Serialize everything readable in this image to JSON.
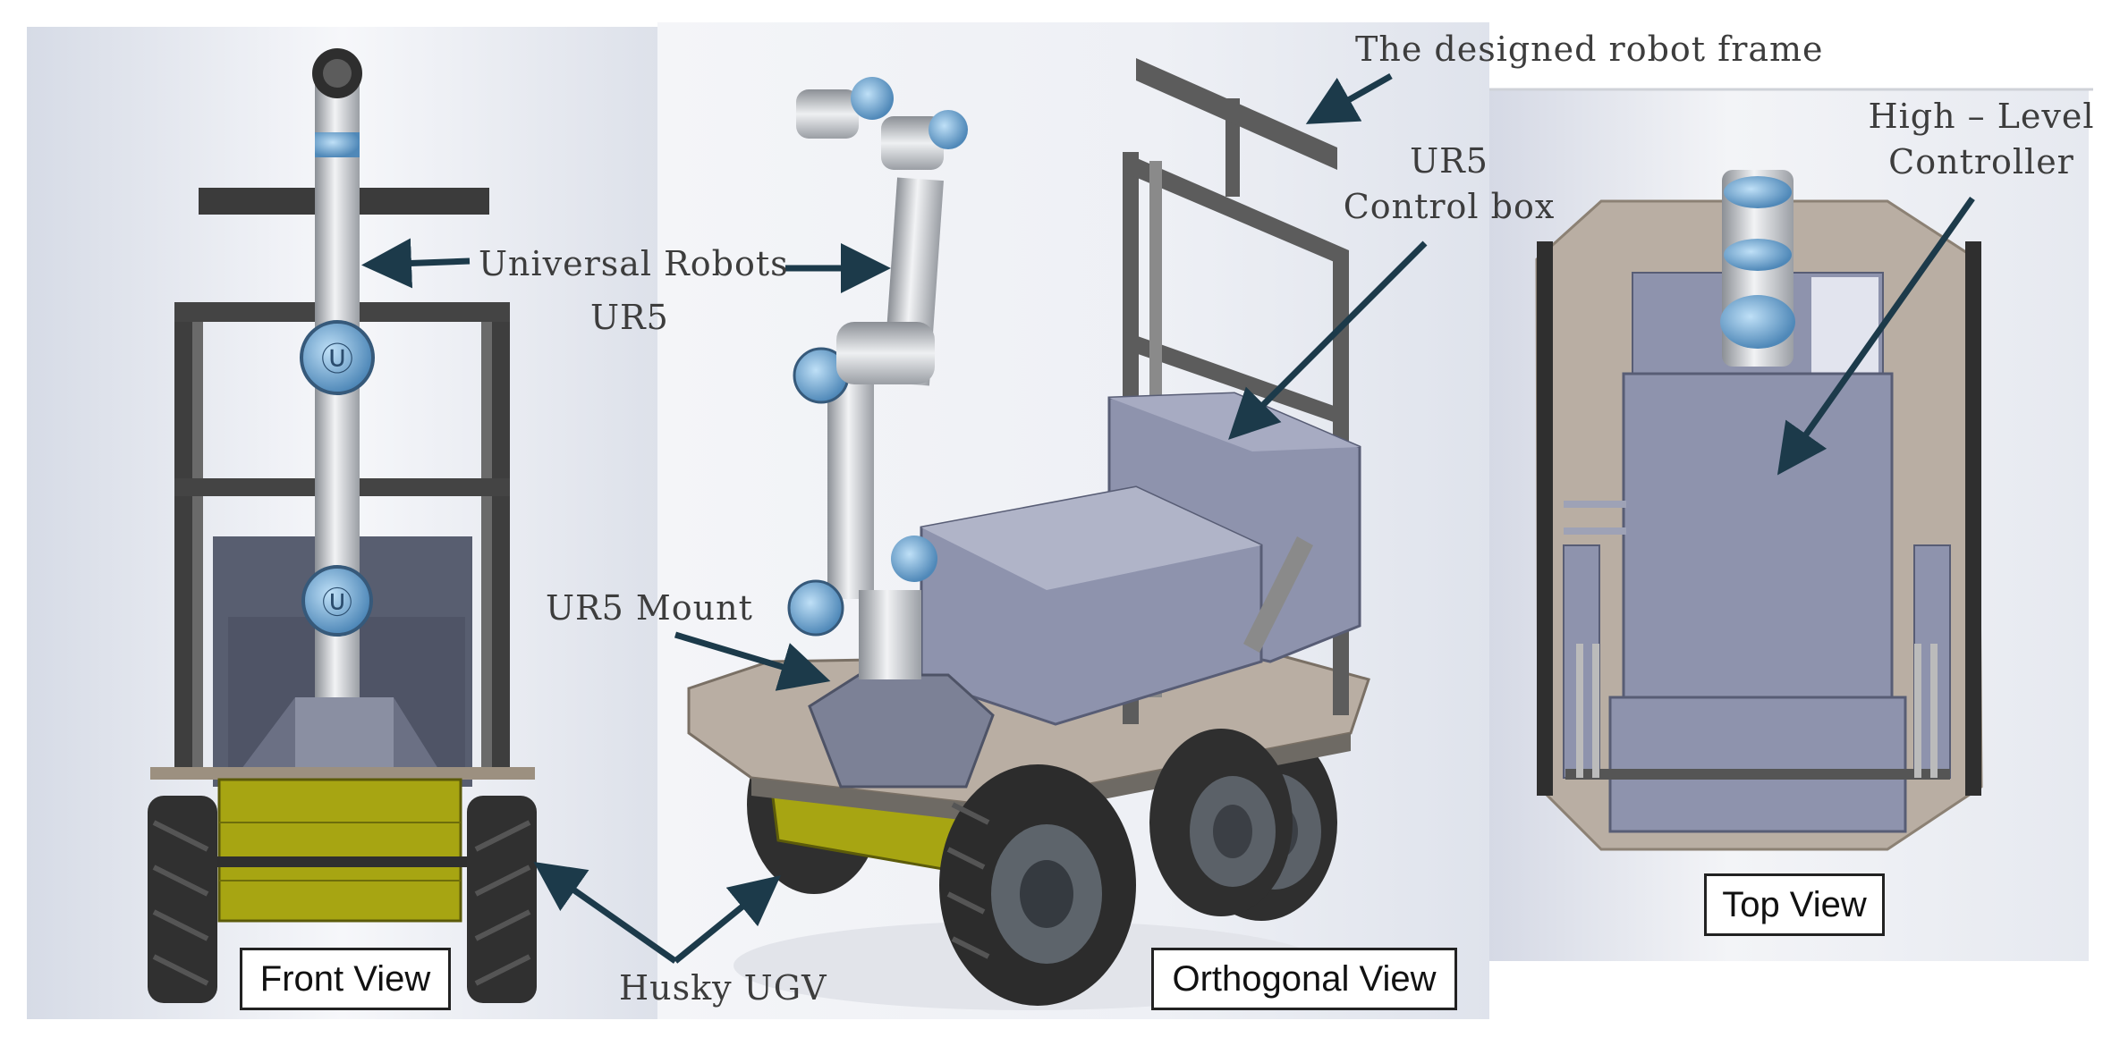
{
  "labels": {
    "frame": "The designed robot frame",
    "ur5_box_line1": "UR5",
    "ur5_box_line2": "Control box",
    "high_level_line1": "High – Level",
    "high_level_line2": "Controller",
    "universal_robots_line1": "Universal Robots",
    "universal_robots_line2": "UR5",
    "ur5_mount": "UR5 Mount",
    "husky": "Husky UGV"
  },
  "views": {
    "front": "Front View",
    "orthogonal": "Orthogonal View",
    "top": "Top View"
  },
  "colors": {
    "arrow": "#1c3a4a",
    "husky_yellow": "#a7a512",
    "ur_blue": "#6fa8d6",
    "deck": "#b9aea3",
    "box": "#8e93ad",
    "frame": "#4a4a4a",
    "tire": "#333333"
  }
}
